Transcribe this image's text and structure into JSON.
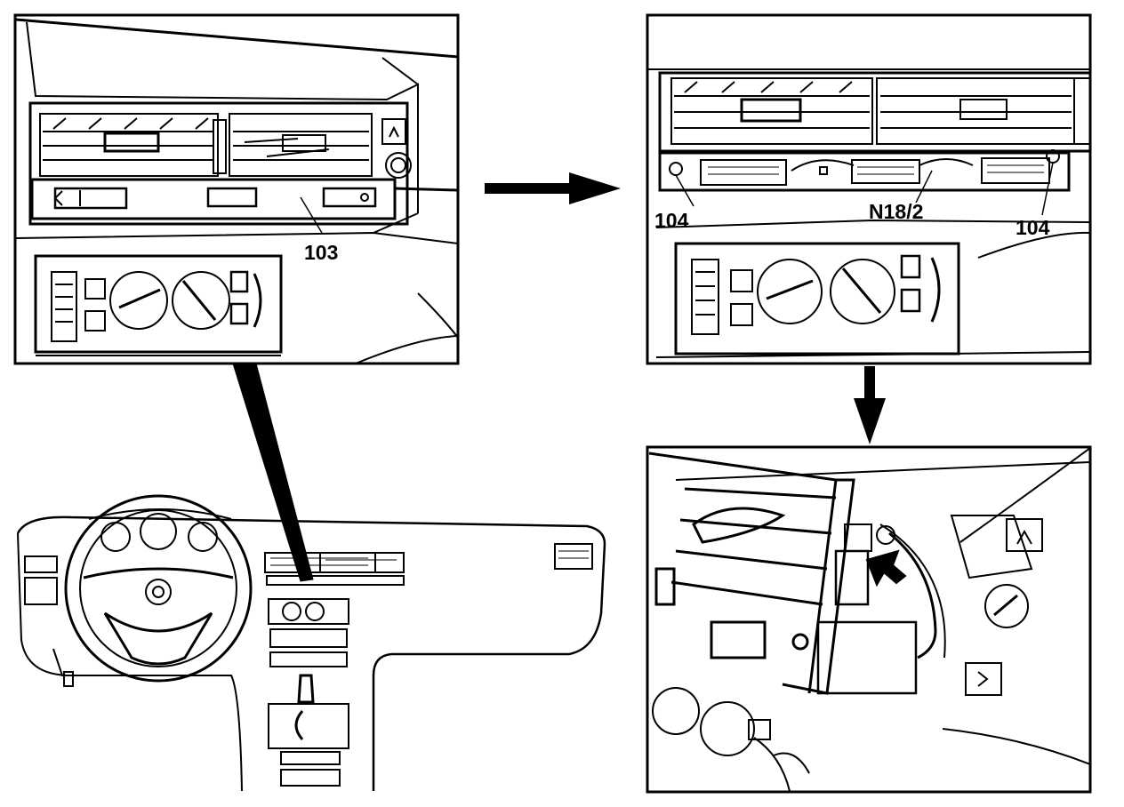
{
  "callouts": {
    "trim_panel": "103",
    "screw_left": "104",
    "sensor": "N18/2",
    "screw_right": "104"
  }
}
